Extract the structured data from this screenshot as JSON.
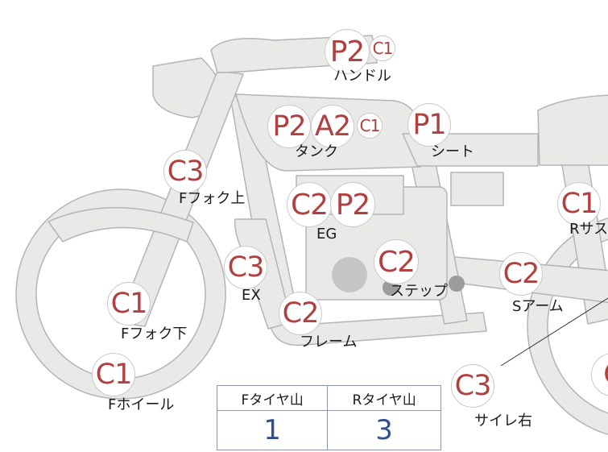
{
  "parts": [
    {
      "id": "handle",
      "label": "ハンドル",
      "grades": [
        "P2",
        "C1"
      ]
    },
    {
      "id": "tank",
      "label": "タンク",
      "grades": [
        "P2",
        "A2",
        "C1"
      ]
    },
    {
      "id": "seat",
      "label": "シート",
      "grades": [
        "P1"
      ]
    },
    {
      "id": "ffork-upper",
      "label": "Fフォク上",
      "grades": [
        "C3"
      ]
    },
    {
      "id": "engine",
      "label": "EG",
      "grades": [
        "C2",
        "P2"
      ]
    },
    {
      "id": "rsus",
      "label": "Rサス",
      "grades": [
        "C1"
      ]
    },
    {
      "id": "exhaust",
      "label": "EX",
      "grades": [
        "C3"
      ]
    },
    {
      "id": "step",
      "label": "ステップ",
      "grades": [
        "C2"
      ]
    },
    {
      "id": "swingarm",
      "label": "Sアーム",
      "grades": [
        "C2"
      ]
    },
    {
      "id": "ffork-lower",
      "label": "Fフォク下",
      "grades": [
        "C1"
      ]
    },
    {
      "id": "frame",
      "label": "フレーム",
      "grades": [
        "C2"
      ]
    },
    {
      "id": "fwheel",
      "label": "Fホイール",
      "grades": [
        "C1"
      ]
    },
    {
      "id": "silencer-right",
      "label": "サイレ右",
      "grades": [
        "C3"
      ]
    },
    {
      "id": "rwheel",
      "label": "",
      "grades": [
        "C"
      ]
    }
  ],
  "tire_table": {
    "headers": [
      "Fタイヤ山",
      "Rタイヤ山"
    ],
    "values": [
      "1",
      "3"
    ]
  },
  "colors": {
    "body_fill": "#e9eae8",
    "body_stroke": "#b4b4b4",
    "grade_text": "#b14040",
    "tire_value": "#2f4f8f",
    "table_border": "#8d95a8"
  }
}
